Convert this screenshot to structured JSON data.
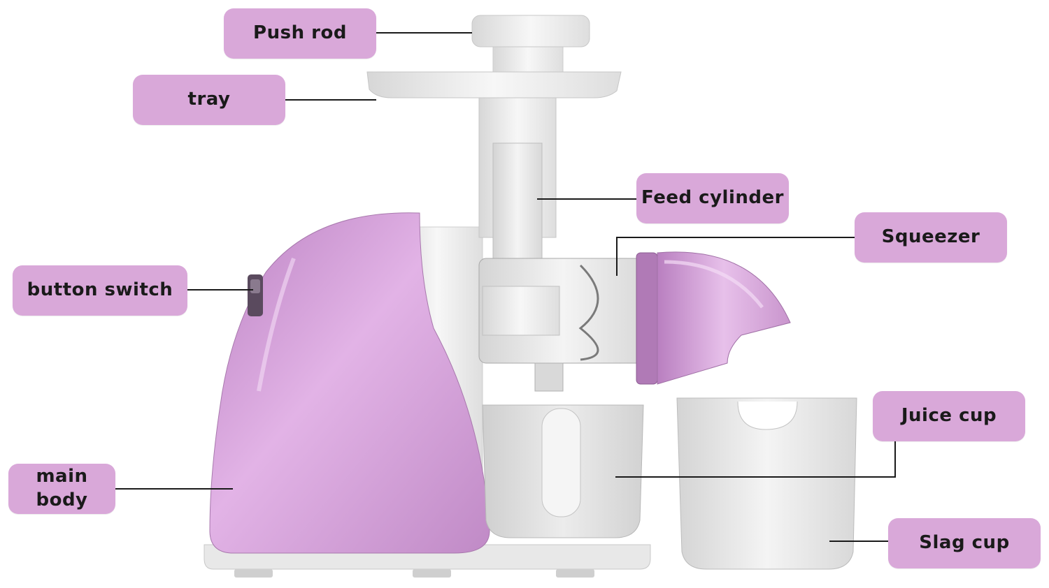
{
  "labels": {
    "push_rod": "Push rod",
    "tray": "tray",
    "feed_cylinder": "Feed cylinder",
    "squeezer": "Squeezer",
    "button_switch": "button switch",
    "main_body_line1": "main",
    "main_body_line2": "body",
    "juice_cup": "Juice cup",
    "slag_cup": "Slag cup"
  },
  "colors": {
    "label_bg": "#d9a8d9",
    "leader_line": "#1a1a1a",
    "body_purple": "#d29ad6",
    "body_white": "#eeeeee"
  }
}
